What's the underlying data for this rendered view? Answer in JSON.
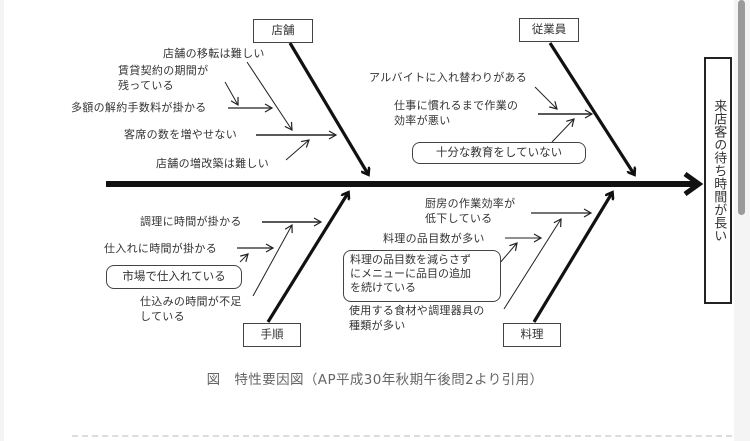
{
  "diagram": {
    "effect": "来店客の待ち時間が長い",
    "categories": {
      "store": "店舗",
      "staff": "従業員",
      "procedure": "手順",
      "cuisine": "料理"
    },
    "store_causes": {
      "relocation": "店舗の移転は難しい",
      "lease_line1": "賃貸契約の期間が",
      "lease_line2": "残っている",
      "fee": "多額の解約手数料が掛かる",
      "seats": "客席の数を増やせない",
      "renovation": "店舗の増改築は難しい"
    },
    "staff_causes": {
      "turnover": "アルバイトに入れ替わりがある",
      "efficiency_line1": "仕事に慣れるまで作業の",
      "efficiency_line2": "効率が悪い",
      "training": "十分な教育をしていない"
    },
    "procedure_causes": {
      "cooking": "調理に時間が掛かる",
      "purchasing": "仕入れに時間が掛かる",
      "market": "市場で仕入れている",
      "prep_line1": "仕込みの時間が不足",
      "prep_line2": "している"
    },
    "cuisine_causes": {
      "kitchen_line1": "厨房の作業効率が",
      "kitchen_line2": "低下している",
      "items": "料理の品目数が多い",
      "menu_line1": "料理の品目数を減らさず",
      "menu_line2": "にメニューに品目の追加",
      "menu_line3": "を続けている",
      "tools_line1": "使用する食材や調理器具の",
      "tools_line2": "種類が多い"
    }
  },
  "caption": "図　特性要因図（AP平成30年秋期午後問2より引用）",
  "colors": {
    "line": "#111111",
    "text": "#333333",
    "caption": "#666666",
    "scrollbar": "#9a9a9a"
  }
}
